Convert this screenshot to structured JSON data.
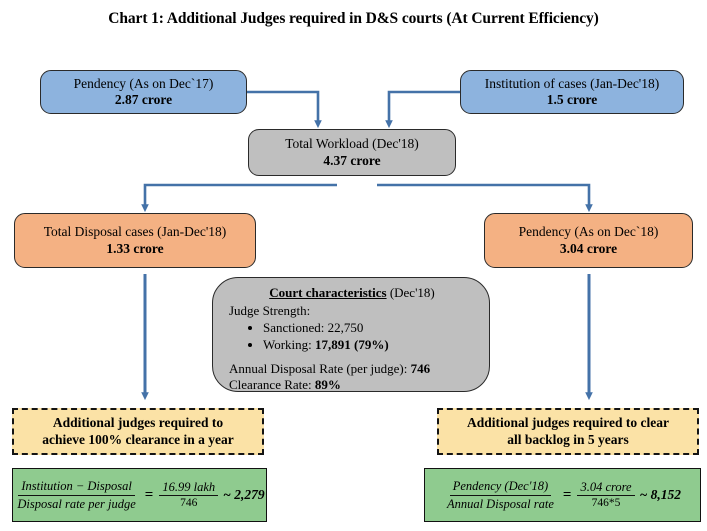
{
  "title": "Chart 1: Additional Judges required in D&S courts (At Current Efficiency)",
  "nodes": {
    "pendency_2017": {
      "label": "Pendency (As on Dec`17)",
      "value": "2.87 crore",
      "color": "#8DB3DE"
    },
    "institution": {
      "label": "Institution of cases (Jan-Dec'18)",
      "value": "1.5 crore",
      "color": "#8DB3DE"
    },
    "total_workload": {
      "label": "Total Workload (Dec'18)",
      "value": "4.37 crore",
      "color": "#BFBFBF"
    },
    "total_disposal": {
      "label": "Total Disposal cases (Jan-Dec'18)",
      "value": "1.33 crore",
      "color": "#F4B183"
    },
    "pendency_2018": {
      "label": "Pendency (As on Dec`18)",
      "value": "3.04 crore",
      "color": "#F4B183"
    }
  },
  "court_characteristics": {
    "heading": "Court characteristics",
    "heading_suffix": " (Dec'18)",
    "judge_strength_label": "Judge Strength:",
    "bullets": [
      {
        "label": "Sanctioned: ",
        "value": "22,750"
      },
      {
        "label": "Working: ",
        "value": "17,891 (79%)"
      }
    ],
    "annual_disposal_label": "Annual Disposal Rate (per judge): ",
    "annual_disposal_value": "746",
    "clearance_label": "Clearance Rate: ",
    "clearance_value": "89%"
  },
  "outcomes": {
    "left": {
      "caption_line1": "Additional judges required to",
      "caption_line2": "achieve 100% clearance in a year",
      "formula": {
        "numerator": "Institution − Disposal",
        "denominator": "Disposal rate per judge",
        "equals": "=",
        "value_numerator": "16.99 lakh",
        "value_denominator": "746",
        "result": "~ 2,279"
      },
      "color": "#8FCB8F",
      "caption_color": "#FBE2A6"
    },
    "right": {
      "caption_line1": "Additional judges required to clear",
      "caption_line2": "all backlog in 5 years",
      "formula": {
        "numerator": "Pendency (Dec′18)",
        "denominator": "Annual Disposal rate",
        "equals": "=",
        "value_numerator": "3.04 crore",
        "value_denominator": "746*5",
        "result": "~ 8,152"
      },
      "color": "#8FCB8F",
      "caption_color": "#FBE2A6"
    }
  },
  "connector_color": "#4472A8"
}
